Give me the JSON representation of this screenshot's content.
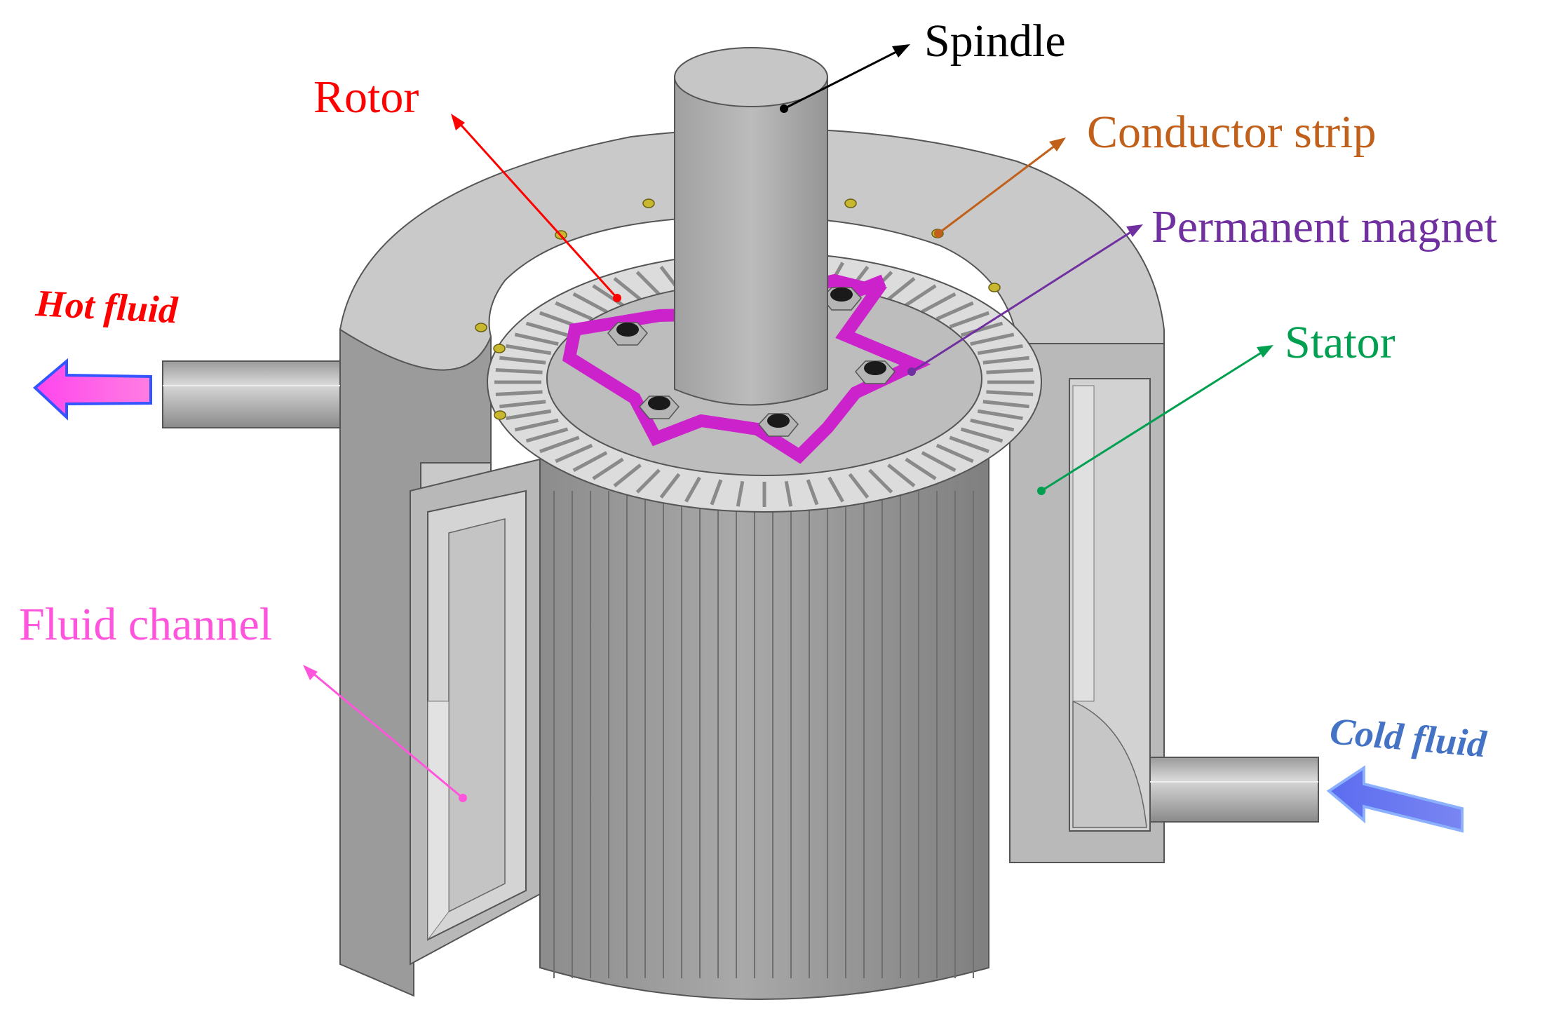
{
  "labels": {
    "spindle": "Spindle",
    "rotor": "Rotor",
    "conductor_strip": "Conductor strip",
    "permanent_magnet": "Permanent magnet",
    "stator": "Stator",
    "fluid_channel": "Fluid channel",
    "hot_fluid": "Hot fluid",
    "cold_fluid": "Cold fluid"
  },
  "colors": {
    "spindle": "#000000",
    "rotor": "#ff0000",
    "conductor_strip": "#c0601a",
    "permanent_magnet": "#7030a0",
    "stator": "#00a050",
    "fluid_channel": "#ff55dd",
    "hot_fluid": "#ff0000",
    "cold_fluid": "#4472c4",
    "magnet_fill": "#cc22cc",
    "body_gray": "#a8a8a8"
  },
  "icons": {
    "hot_arrow": "left-arrow-icon",
    "cold_arrow": "left-arrow-icon"
  }
}
